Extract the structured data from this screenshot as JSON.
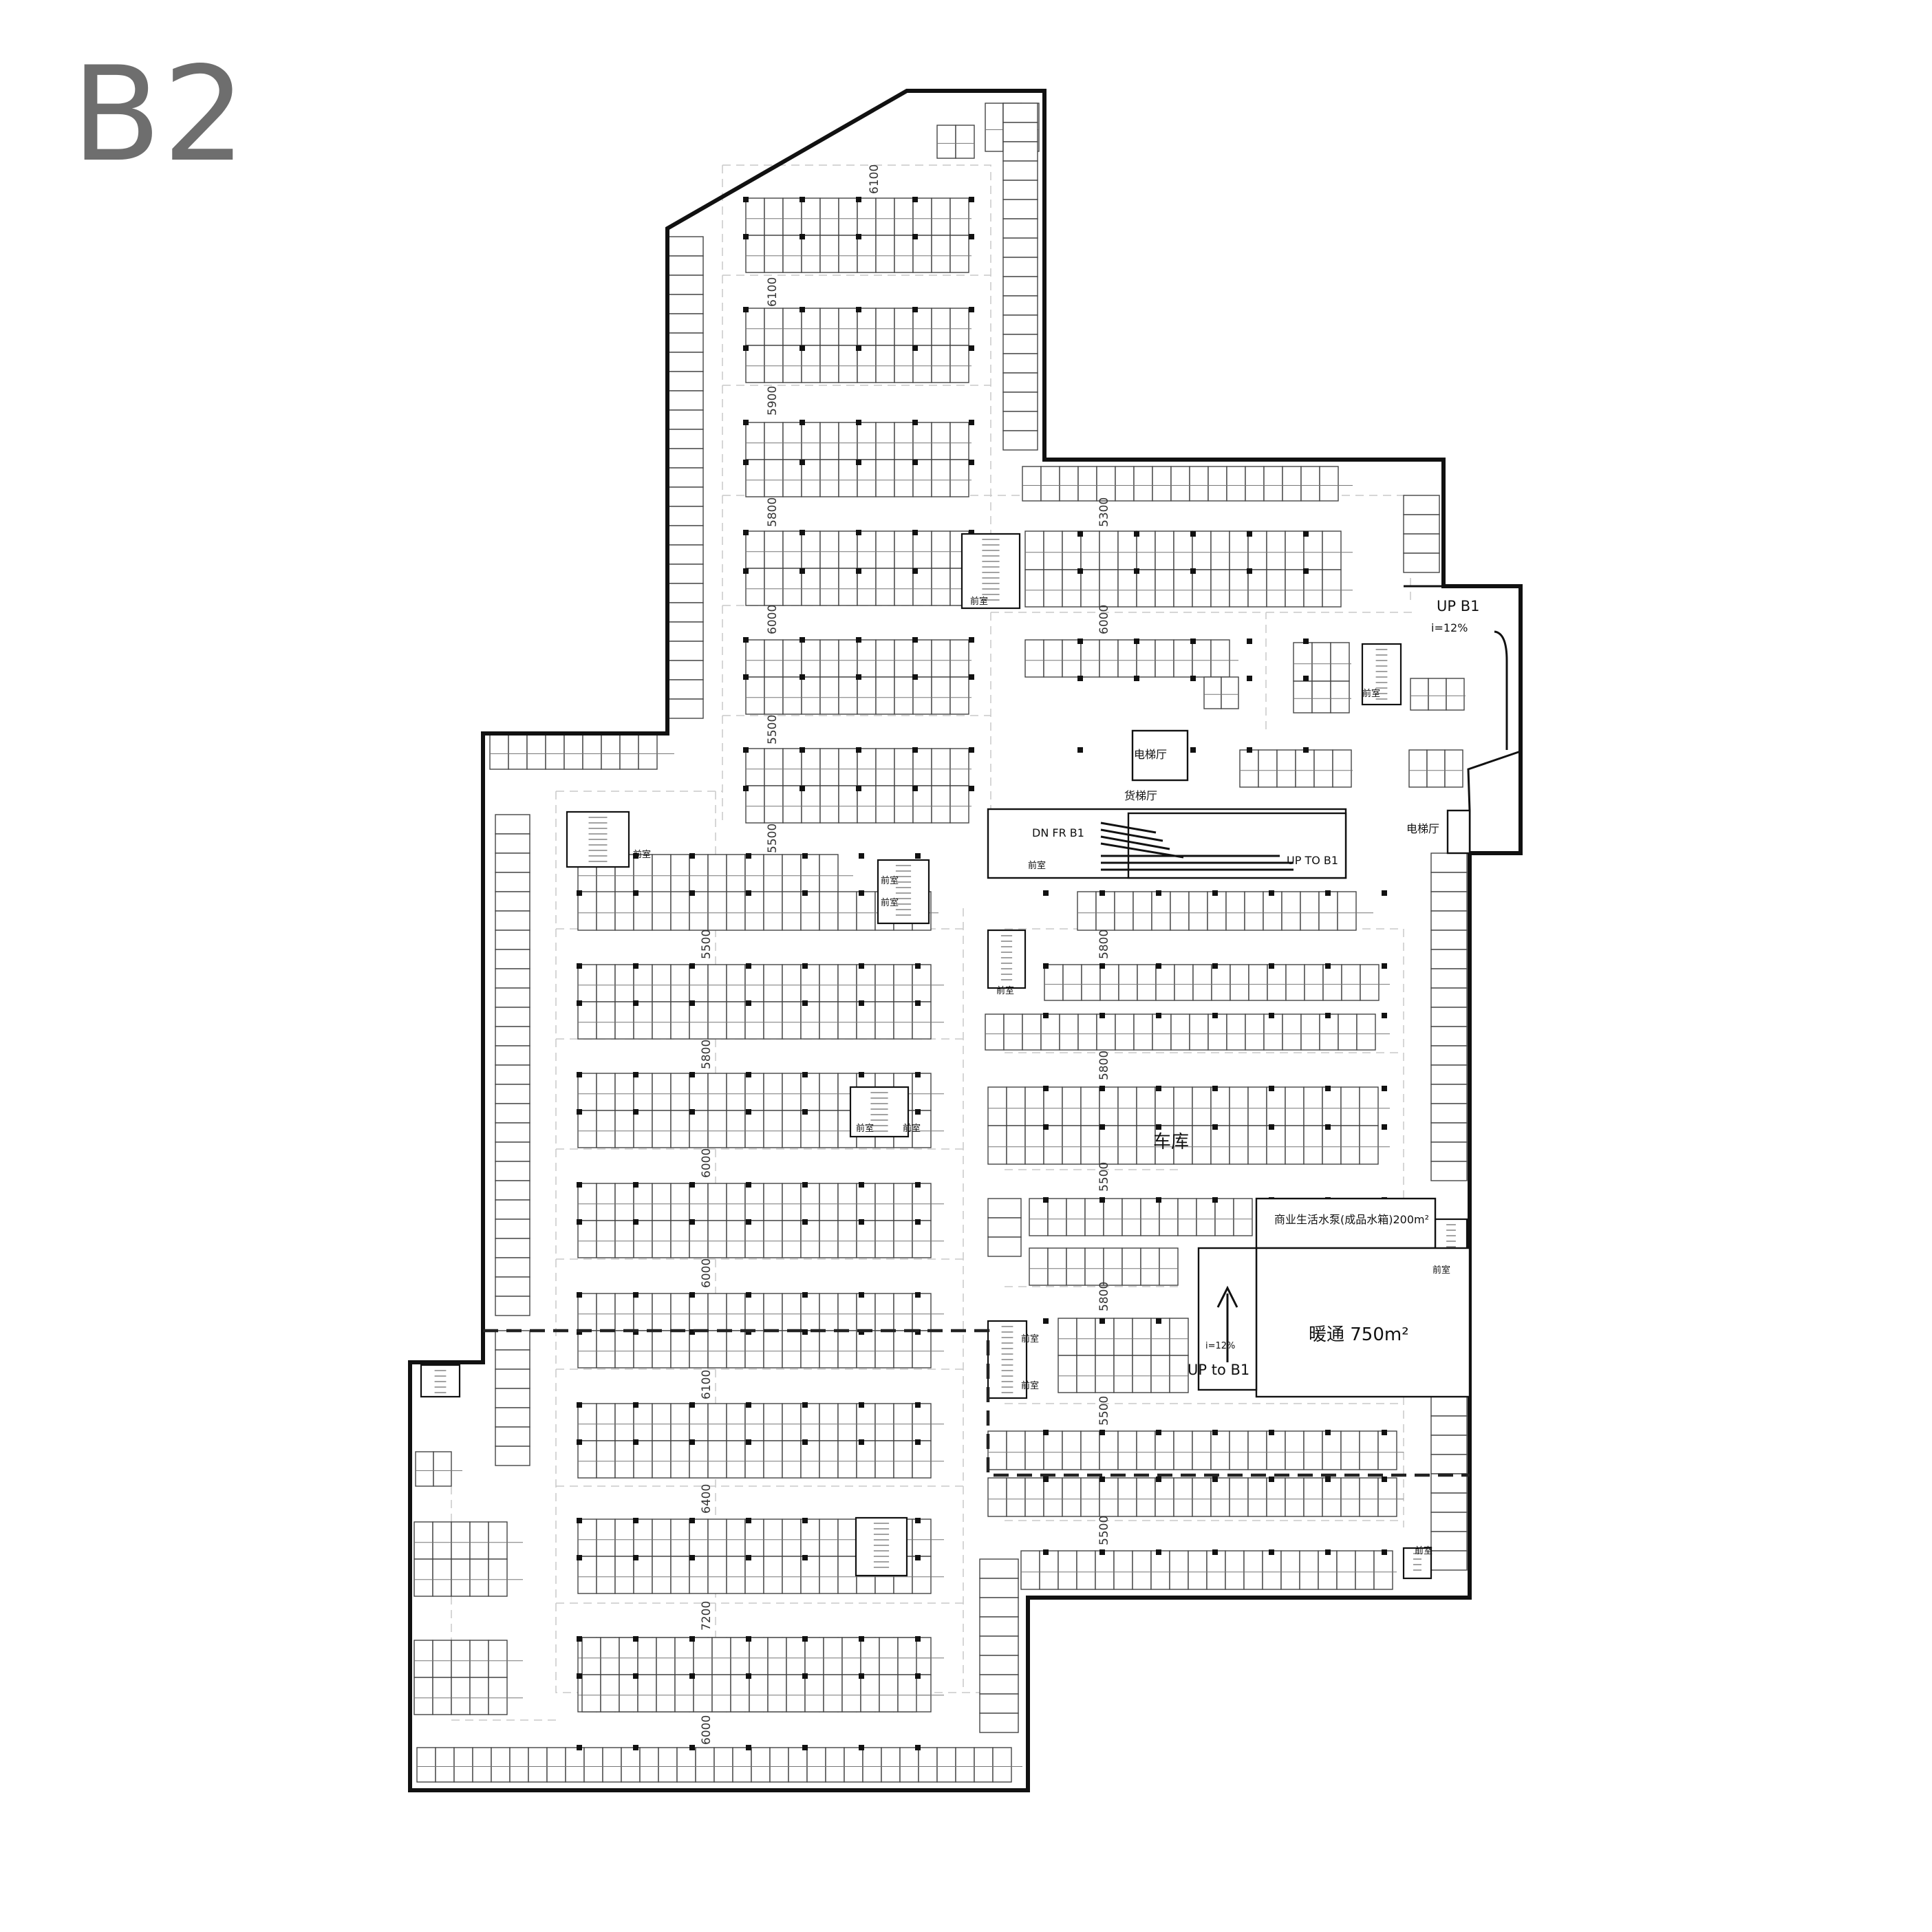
{
  "plan": {
    "level_title": "B2",
    "labels": {
      "up_b1_ramp_east": "UP B1",
      "slope_east": "i=12%",
      "elevator_hall_north": "电梯厅",
      "freight_elevator_hall": "货梯厅",
      "ramp_down": "DN FR B1",
      "ramp_up": "UP TO B1",
      "elevator_hall_east": "电梯厅",
      "garage": "车库",
      "water_pump_room": "商业生活水泵(成品水箱)200m²",
      "hvac_room": "暖通 750m²",
      "slope_south": "i=12%",
      "up_to_b1_ramp_south": "UP to B1",
      "anteroom": "前室"
    },
    "dimensions": {
      "north_wing": [
        "6100",
        "6100",
        "5900",
        "5800",
        "6000",
        "5500",
        "5500"
      ],
      "center_east": [
        "5300",
        "6000"
      ],
      "west_block": [
        "5500",
        "5800",
        "6000",
        "6000",
        "6100",
        "6400",
        "7200",
        "6000"
      ],
      "east_block": [
        "5800",
        "5800",
        "5500",
        "5800",
        "5500",
        "5500"
      ]
    }
  }
}
